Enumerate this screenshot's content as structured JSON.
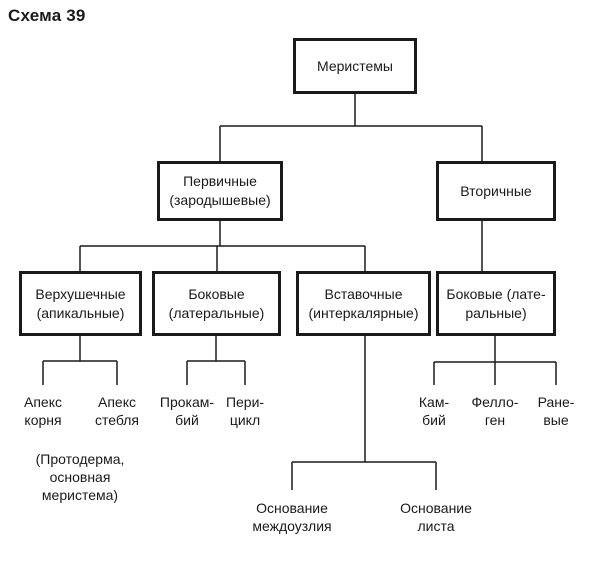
{
  "title": "Схема 39",
  "nodes": {
    "root": "Меристемы",
    "primary": "Первичные\n(зародышевые)",
    "secondary": "Вторичные",
    "apical": "Верхушечные\n(апикальные)",
    "lateral": "Боковые\n(латеральные)",
    "intercalary": "Вставочные\n(интеркалярные)",
    "secondary_lateral": "Боковые (лате-\nральные)"
  },
  "leaves": {
    "root_apex": "Апекс\nкорня",
    "stem_apex": "Апекс\nстебля",
    "apical_note": "(Протодерма,\nосновная\nмеристема)",
    "procambium": "Прокам-\nбий",
    "pericycle": "Пери-\nцикл",
    "internode_base": "Основание\nмеждоузлия",
    "leaf_base": "Основание\nлиста",
    "cambium": "Кам-\nбий",
    "phellogen": "Фелло-\nген",
    "wound": "Ране-\nвые"
  }
}
